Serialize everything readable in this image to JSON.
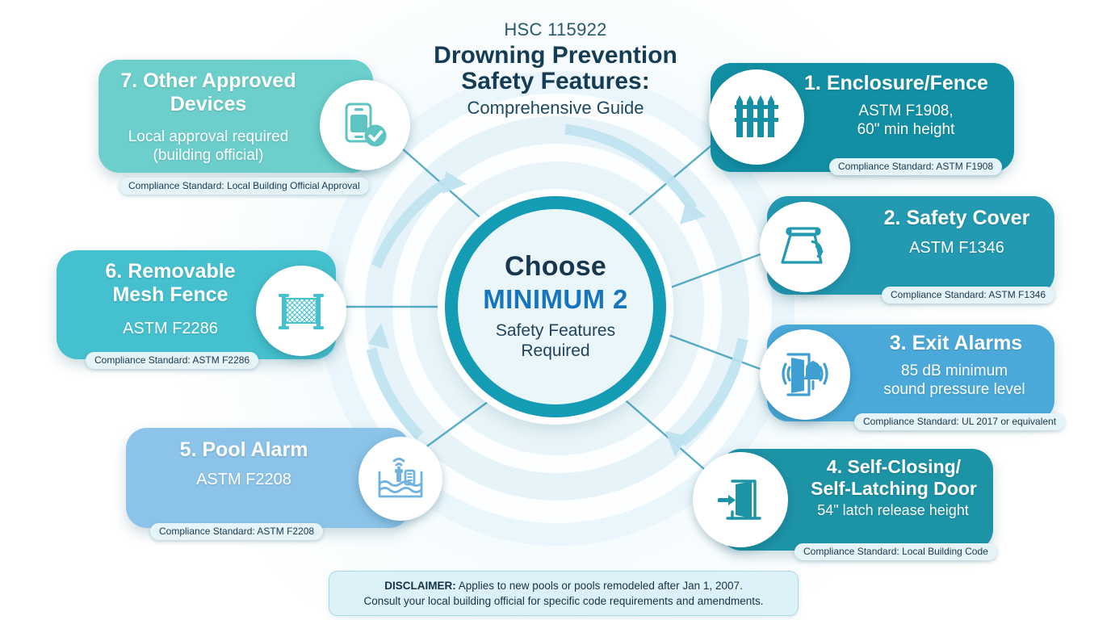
{
  "header": {
    "code": "HSC 115922",
    "title_line1": "Drowning Prevention",
    "title_line2": "Safety Features:",
    "subtitle": "Comprehensive Guide"
  },
  "hub": {
    "line1": "Choose",
    "line2": "MINIMUM 2",
    "line3": "Safety Features",
    "line4": "Required"
  },
  "features": [
    {
      "number": "1.",
      "title": "Enclosure/Fence",
      "detail_line1": "ASTM F1908,",
      "detail_line2": "60\" min height",
      "badge": "Compliance Standard: ASTM F1908",
      "icon": "fence-icon",
      "color": "#128fa4"
    },
    {
      "number": "2.",
      "title": "Safety Cover",
      "detail_line1": "ASTM F1346",
      "detail_line2": "",
      "badge": "Compliance Standard: ASTM F1346",
      "icon": "pool-cover-icon",
      "color": "#2399b2"
    },
    {
      "number": "3.",
      "title": "Exit Alarms",
      "detail_line1": "85 dB minimum",
      "detail_line2": "sound pressure level",
      "badge": "Compliance Standard: UL 2017 or equivalent",
      "icon": "door-alarm-icon",
      "color": "#4aa9d9"
    },
    {
      "number": "4.",
      "title_line1": "Self-Closing/",
      "title_line2": "Self-Latching Door",
      "detail_line1": "54\" latch release height",
      "detail_line2": "",
      "badge": "Compliance Standard: Local Building Code",
      "icon": "self-closing-door-icon",
      "color": "#1d93a6"
    },
    {
      "number": "5.",
      "title": "Pool Alarm",
      "detail_line1": "ASTM F2208",
      "detail_line2": "",
      "badge": "Compliance Standard: ASTM F2208",
      "icon": "pool-alarm-icon",
      "color": "#8cc3e8"
    },
    {
      "number": "6.",
      "title_line1": "Removable",
      "title_line2": "Mesh Fence",
      "detail_line1": "ASTM F2286",
      "detail_line2": "",
      "badge": "Compliance Standard: ASTM F2286",
      "icon": "mesh-fence-icon",
      "color": "#45c0ce"
    },
    {
      "number": "7.",
      "title_line1": "Other Approved",
      "title_line2": "Devices",
      "detail_line1": "Local approval required",
      "detail_line2": "(building official)",
      "badge": "Compliance Standard: Local Building Official Approval",
      "icon": "device-approved-icon",
      "color": "#6ccfcb"
    }
  ],
  "disclaimer": {
    "label": "DISCLAIMER:",
    "line1": " Applies to new pools or pools remodeled after Jan 1, 2007.",
    "line2": "Consult your local building official for specific code requirements and amendments."
  },
  "colors": {
    "hub_ring": "#139cb4",
    "hub_fill": "#eaf6fa",
    "accent_blue": "#1675bd",
    "title_dark": "#153c55",
    "badge_bg": "#e4f4f8",
    "connector": "#3e9ebb"
  }
}
